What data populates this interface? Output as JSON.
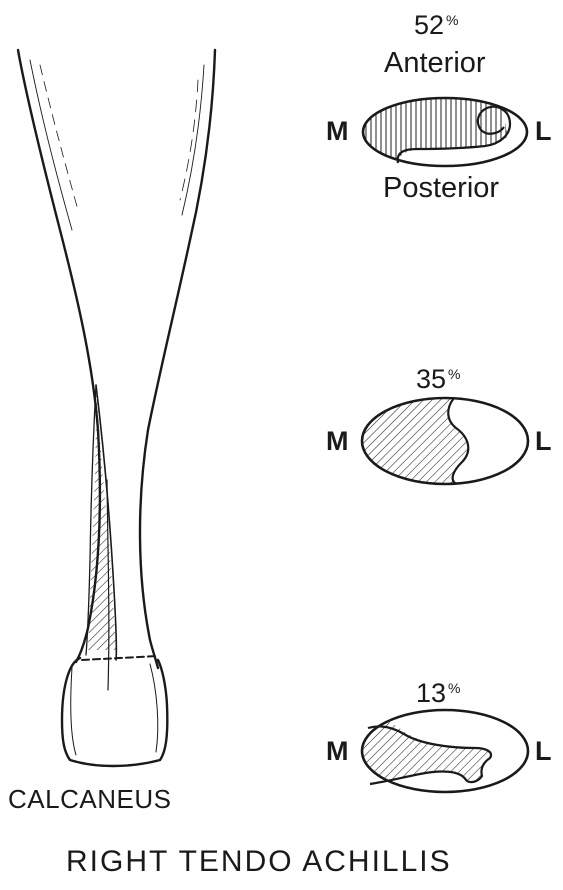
{
  "sections": [
    {
      "id": "upper",
      "percent": "52",
      "percent_sign": "%",
      "label_top": "Anterior",
      "label_bottom": "Posterior",
      "medial": "M",
      "lateral": "L"
    },
    {
      "id": "middle",
      "percent": "35",
      "percent_sign": "%",
      "medial": "M",
      "lateral": "L"
    },
    {
      "id": "lower",
      "percent": "13",
      "percent_sign": "%",
      "medial": "M",
      "lateral": "L"
    }
  ],
  "bone_label": "CALCANEUS",
  "title": "RIGHT TENDO ACHILLIS",
  "colors": {
    "ink": "#1a1a1a",
    "background": "#ffffff"
  }
}
